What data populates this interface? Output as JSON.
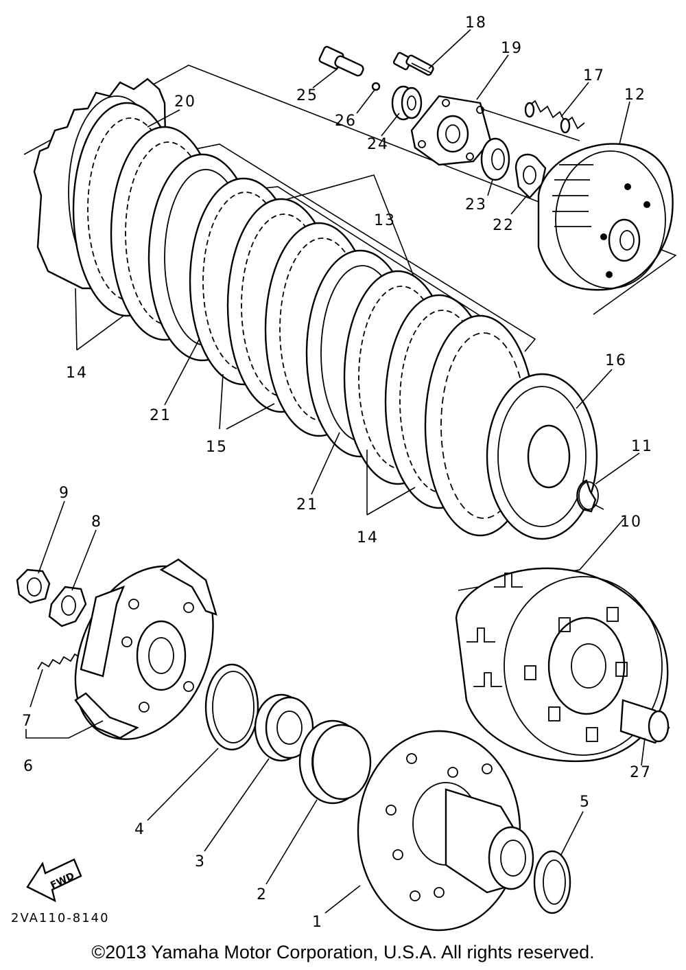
{
  "labels": {
    "l1": "1",
    "l2": "2",
    "l3": "3",
    "l4": "4",
    "l5": "5",
    "l6": "6",
    "l7": "7",
    "l8": "8",
    "l9": "9",
    "l10": "10",
    "l11": "11",
    "l12": "12",
    "l13": "13",
    "l14a": "14",
    "l14b": "14",
    "l15": "15",
    "l16": "16",
    "l17": "17",
    "l18": "18",
    "l19": "19",
    "l20": "20",
    "l21a": "21",
    "l21b": "21",
    "l22": "22",
    "l23": "23",
    "l24": "24",
    "l25": "25",
    "l26": "26",
    "l27": "27"
  },
  "fwd_label": "FWD",
  "diagram_code": "2VA110-8140",
  "copyright": "©2013 Yamaha Motor Corporation, U.S.A. All rights reserved."
}
